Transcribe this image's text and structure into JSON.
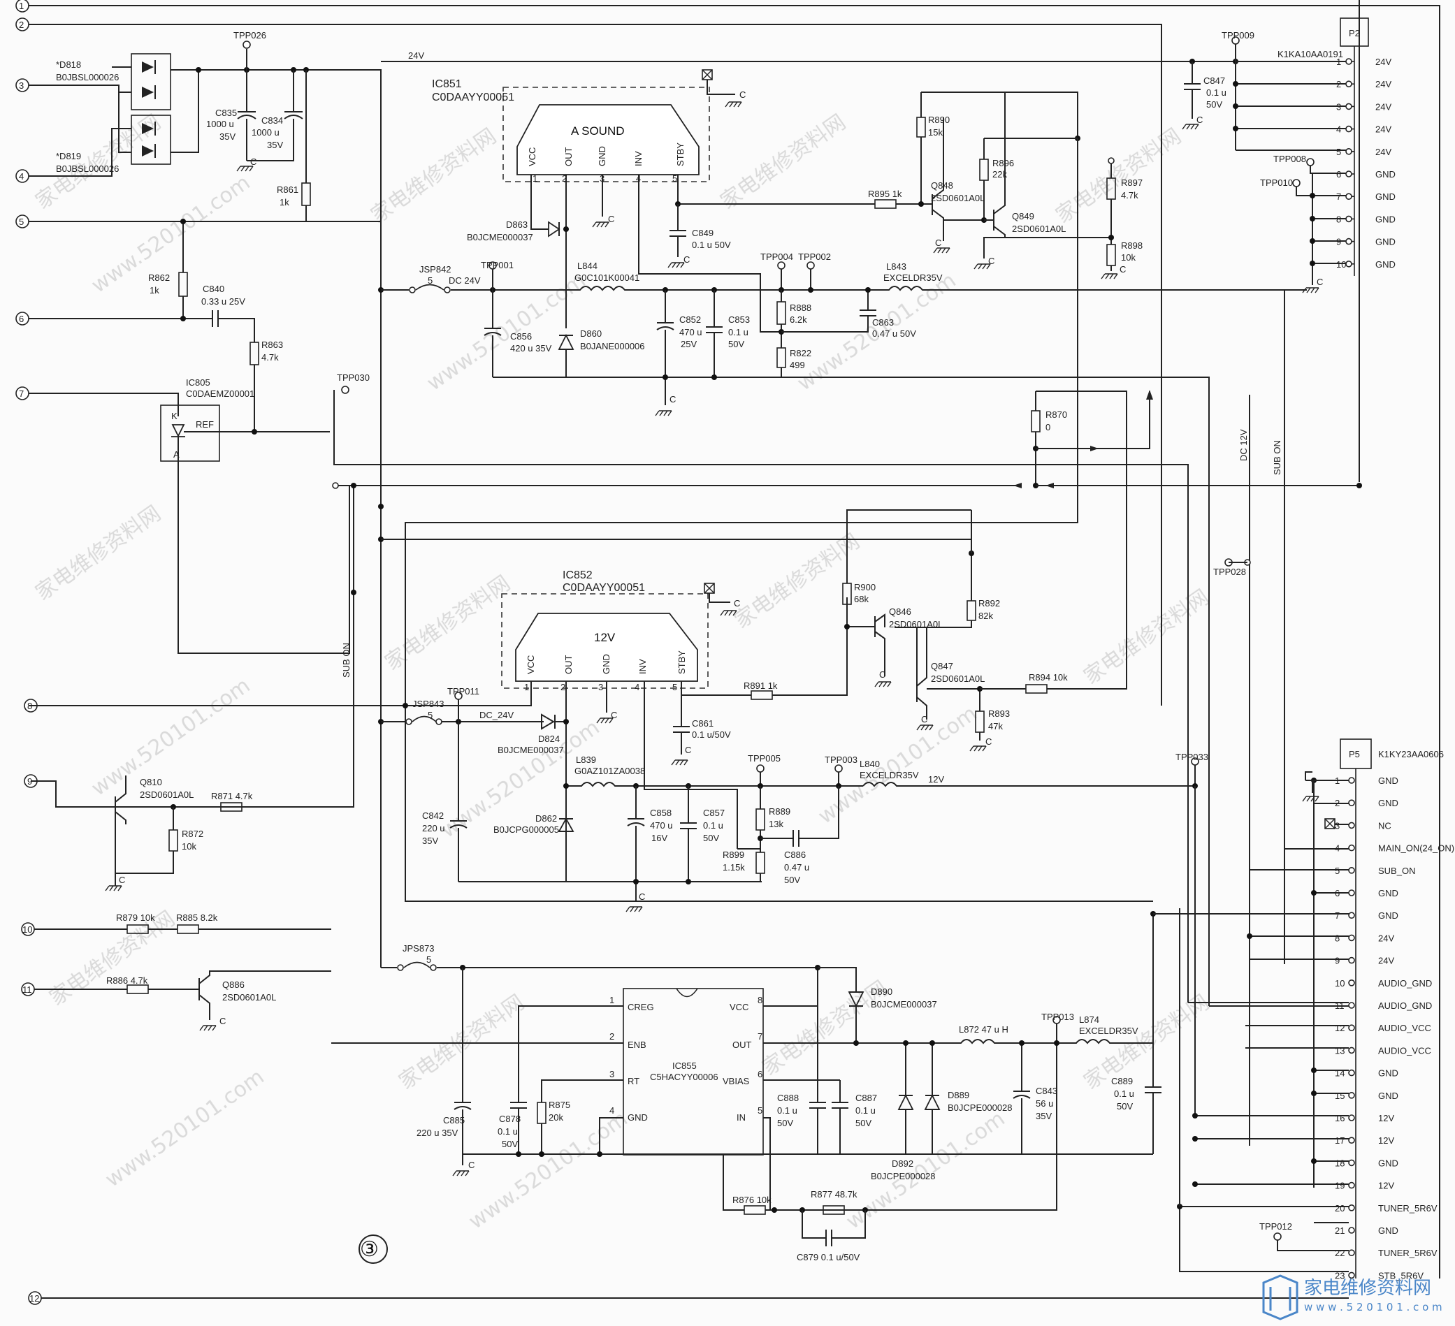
{
  "sheet_number": "③",
  "watermarks": [
    "家电维修资料网",
    "www.520101.com"
  ],
  "logo": {
    "cn": "家电维修资料网",
    "url": "w w w . 5 2 0 1 0 1 . c o m"
  },
  "left_terminals": [
    "1",
    "2",
    "3",
    "4",
    "5",
    "6",
    "7",
    "8",
    "9",
    "10",
    "11",
    "12"
  ],
  "connector_p2": {
    "ref": "P2",
    "part": "K1KA10AA0191",
    "pins": [
      {
        "n": "1",
        "sig": "24V"
      },
      {
        "n": "2",
        "sig": "24V"
      },
      {
        "n": "3",
        "sig": "24V"
      },
      {
        "n": "4",
        "sig": "24V"
      },
      {
        "n": "5",
        "sig": "24V"
      },
      {
        "n": "6",
        "sig": "GND"
      },
      {
        "n": "7",
        "sig": "GND"
      },
      {
        "n": "8",
        "sig": "GND"
      },
      {
        "n": "9",
        "sig": "GND"
      },
      {
        "n": "10",
        "sig": "GND"
      }
    ]
  },
  "connector_p5": {
    "ref": "P5",
    "part": "K1KY23AA0606",
    "pins": [
      {
        "n": "1",
        "sig": "GND"
      },
      {
        "n": "2",
        "sig": "GND"
      },
      {
        "n": "3",
        "sig": "NC"
      },
      {
        "n": "4",
        "sig": "MAIN_ON(24_ON)"
      },
      {
        "n": "5",
        "sig": "SUB_ON"
      },
      {
        "n": "6",
        "sig": "GND"
      },
      {
        "n": "7",
        "sig": "GND"
      },
      {
        "n": "8",
        "sig": "24V"
      },
      {
        "n": "9",
        "sig": "24V"
      },
      {
        "n": "10",
        "sig": "AUDIO_GND"
      },
      {
        "n": "11",
        "sig": "AUDIO_GND"
      },
      {
        "n": "12",
        "sig": "AUDIO_VCC"
      },
      {
        "n": "13",
        "sig": "AUDIO_VCC"
      },
      {
        "n": "14",
        "sig": "GND"
      },
      {
        "n": "15",
        "sig": "GND"
      },
      {
        "n": "16",
        "sig": "12V"
      },
      {
        "n": "17",
        "sig": "12V"
      },
      {
        "n": "18",
        "sig": "GND"
      },
      {
        "n": "19",
        "sig": "12V"
      },
      {
        "n": "20",
        "sig": "TUNER_5R6V"
      },
      {
        "n": "21",
        "sig": "GND"
      },
      {
        "n": "22",
        "sig": "TUNER_5R6V"
      },
      {
        "n": "23",
        "sig": "STB_5R6V"
      }
    ]
  },
  "ic851": {
    "ref": "IC851",
    "part": "C0DAAYY00051",
    "name": "A SOUND",
    "pins": [
      "VCC",
      "OUT",
      "GND",
      "INV",
      "STBY"
    ],
    "pin_nums": [
      "1",
      "2",
      "3",
      "4",
      "5"
    ]
  },
  "ic852": {
    "ref": "IC852",
    "part": "C0DAAYY00051",
    "name": "12V",
    "pins": [
      "VCC",
      "OUT",
      "GND",
      "INV",
      "STBY"
    ],
    "pin_nums": [
      "1",
      "2",
      "3",
      "4",
      "5"
    ]
  },
  "ic855": {
    "ref": "IC855",
    "part": "C5HACYY00006",
    "left_pins": [
      [
        "1",
        "CREG"
      ],
      [
        "2",
        "ENB"
      ],
      [
        "3",
        "RT"
      ],
      [
        "4",
        "GND"
      ]
    ],
    "right_pins": [
      [
        "8",
        "VCC"
      ],
      [
        "7",
        "OUT"
      ],
      [
        "6",
        "VBIAS"
      ],
      [
        "5",
        "IN"
      ]
    ]
  },
  "ic805": {
    "ref": "IC805",
    "part": "C0DAEMZ00001",
    "k": "K",
    "ref_pin": "REF",
    "a": "A"
  },
  "nets": {
    "v24": "24V",
    "dc24a": "DC 24V",
    "dc24b": "DC_24V",
    "v12": "12V",
    "dc12": "DC 12V",
    "sub_on": "SUB ON",
    "sub_on2": "SUB ON"
  },
  "labels": {
    "d818a": "*D818",
    "d818b": "B0JBSL000026",
    "d819a": "*D819",
    "d819b": "B0JBSL000026",
    "tpp026": "TPP026",
    "c835a": "C835",
    "c835b": "1000 u",
    "c835c": "35V",
    "c834a": "C834",
    "c834b": "1000 u",
    "c834c": "35V",
    "r861a": "R861",
    "r861b": "1k",
    "r862a": "R862",
    "r862b": "1k",
    "c840a": "C840",
    "c840b": "0.33 u 25V",
    "r863a": "R863",
    "r863b": "4.7k",
    "tpp030": "TPP030",
    "jsp842": "JSP842",
    "jsp842n": "5",
    "tpp001": "TPP001",
    "d863a": "D863",
    "d863b": "B0JCME000037",
    "l844a": "L844",
    "l844b": "G0C101K00041",
    "c856a": "C856",
    "c856b": "420 u 35V",
    "d860a": "D860",
    "d860b": "B0JANE000006",
    "c852a": "C852",
    "c852b": "470 u",
    "c852c": "25V",
    "c853a": "C853",
    "c853b": "0.1 u",
    "c853c": "50V",
    "c849a": "C849",
    "c849b": "0.1 u 50V",
    "tpp004": "TPP004",
    "tpp002": "TPP002",
    "r888a": "R888",
    "r888b": "6.2k",
    "r822a": "R822",
    "r822b": "499",
    "l843a": "L843",
    "l843b": "EXCELDR35V",
    "c863a": "C863",
    "c863b": "0.47 u 50V",
    "r890a": "R890",
    "r890b": "15k",
    "r895": "R895 1k",
    "q848a": "Q848",
    "q848b": "2SD0601A0L",
    "r896a": "R896",
    "r896b": "22k",
    "q849a": "Q849",
    "q849b": "2SD0601A0L",
    "r897a": "R897",
    "r897b": "4.7k",
    "r898a": "R898",
    "r898b": "10k",
    "tpp009": "TPP009",
    "c847a": "C847",
    "c847b": "0.1 u",
    "c847c": "50V",
    "tpp008": "TPP008",
    "tpp010": "TPP010",
    "r870a": "R870",
    "r870b": "0",
    "tpp028": "TPP028",
    "r900a": "R900",
    "r900b": "68k",
    "q846a": "Q846",
    "q846b": "2SD0601A0L",
    "r892a": "R892",
    "r892b": "82k",
    "r891": "R891 1k",
    "q847a": "Q847",
    "q847b": "2SD0601A0L",
    "r894": "R894 10k",
    "r893a": "R893",
    "r893b": "47k",
    "jsp843": "JSP843",
    "jsp843n": "5",
    "tpp011": "TPP011",
    "d824a": "D824",
    "d824b": "B0JCME000037",
    "c861a": "C861",
    "c861b": "0.1 u/50V",
    "l839a": "L839",
    "l839b": "G0AZ101ZA0038",
    "c842a": "C842",
    "c842b": "220 u",
    "c842c": "35V",
    "d862a": "D862",
    "d862b": "B0JCPG000005",
    "c858a": "C858",
    "c858b": "470 u",
    "c858c": "16V",
    "c857a": "C857",
    "c857b": "0.1 u",
    "c857c": "50V",
    "tpp005": "TPP005",
    "tpp003": "TPP003",
    "l840a": "L840",
    "l840b": "EXCELDR35V",
    "r889a": "R889",
    "r889b": "13k",
    "r899a": "R899",
    "r899b": "1.15k",
    "c886a": "C886",
    "c886b": "0.47 u",
    "c886c": "50V",
    "tpp033": "TPP033",
    "q810a": "Q810",
    "q810b": "2SD0601A0L",
    "r871": "R871 4.7k",
    "r872a": "R872",
    "r872b": "10k",
    "r879": "R879 10k",
    "r885": "R885 8.2k",
    "r886": "R886 4.7k",
    "q886a": "Q886",
    "q886b": "2SD0601A0L",
    "jps873": "JPS873",
    "jps873n": "5",
    "d890a": "D890",
    "d890b": "B0JCME000037",
    "c885a": "C885",
    "c885b": "220 u 35V",
    "c878a": "C878",
    "c878b": "0.1 u",
    "c878c": "50V",
    "r875a": "R875",
    "r875b": "20k",
    "c888a": "C888",
    "c888b": "0.1 u",
    "c888c": "50V",
    "c887a": "C887",
    "c887b": "0.1 u",
    "c887c": "50V",
    "l872": "L872 47 u H",
    "tpp013": "TPP013",
    "l874a": "L874",
    "l874b": "EXCELDR35V",
    "d889a": "D889",
    "d889b": "B0JCPE000028",
    "d892a": "D892",
    "d892b": "B0JCPE000028",
    "c843a": "C843",
    "c843b": "56 u",
    "c843c": "35V",
    "c889a": "C889",
    "c889b": "0.1 u",
    "c889c": "50V",
    "r876": "R876 10k",
    "r877": "R877 48.7k",
    "c879": "C879 0.1 u/50V",
    "tpp012": "TPP012",
    "gnd": "C"
  },
  "colors": {
    "ink": "#222222",
    "watermark": "#d6d6d6",
    "logo": "#4a86c8"
  }
}
